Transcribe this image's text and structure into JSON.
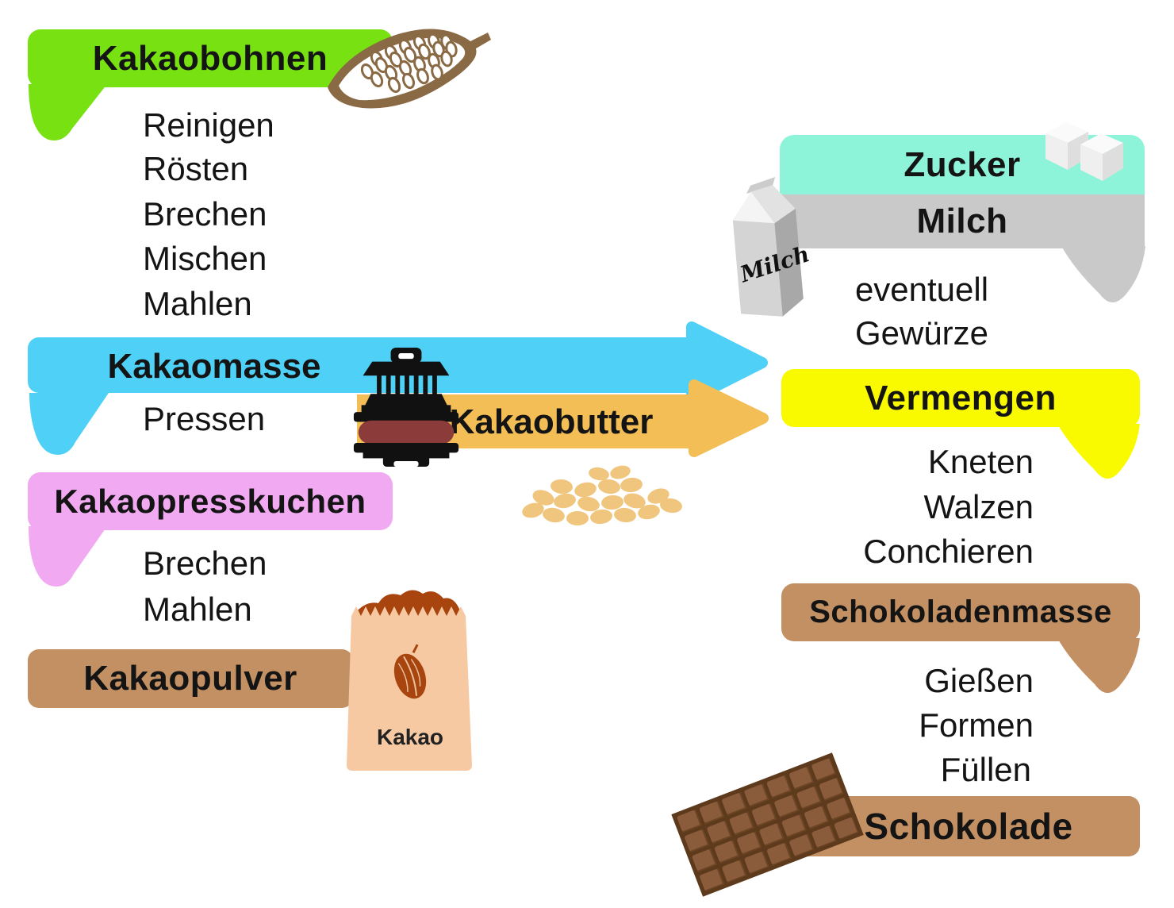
{
  "colors": {
    "green": "#77E112",
    "blue": "#4FD0F7",
    "orange": "#F2BE55",
    "pink": "#F1A9F1",
    "teal": "#8EF4D9",
    "gray": "#C9C9C9",
    "yellow": "#F9F900",
    "brown": "#C29063",
    "maroon_press_cake": "#8C3B3B",
    "cocoa_rust": "#A8440E",
    "bag_peach": "#F6C9A2",
    "text": "#141414"
  },
  "left_column": {
    "kakaobohnen": {
      "title": "Kakaobohnen",
      "steps": [
        "Reinigen",
        "Rösten",
        "Brechen",
        "Mischen",
        "Mahlen"
      ]
    },
    "kakaomasse": {
      "title": "Kakaomasse",
      "steps": [
        "Pressen"
      ]
    },
    "kakaobutter": {
      "title": "Kakaobutter"
    },
    "kakaopresskuchen": {
      "title": "Kakaopresskuchen",
      "steps": [
        "Brechen",
        "Mahlen"
      ]
    },
    "kakaopulver": {
      "title": "Kakaopulver"
    }
  },
  "right_column": {
    "zucker": {
      "title": "Zucker"
    },
    "milch": {
      "title": "Milch"
    },
    "note_lines": [
      "eventuell",
      "Gewürze"
    ],
    "vermengen": {
      "title": "Vermengen",
      "steps": [
        "Kneten",
        "Walzen",
        "Conchieren"
      ]
    },
    "schokoladenmasse": {
      "title": "Schokoladenmasse",
      "steps": [
        "Gießen",
        "Formen",
        "Füllen"
      ]
    },
    "schokolade": {
      "title": "Schokolade"
    }
  },
  "illustrations": {
    "cocoa_pod": "cocoa-pod-icon",
    "press": "cocoa-press-icon",
    "butter_drops": "cocoa-butter-drops-icon",
    "powder_bag_label": "Kakao",
    "milk_carton_label": "Milch",
    "sugar_cubes": "sugar-cubes-icon",
    "chocolate_bar": "chocolate-bar-icon"
  }
}
